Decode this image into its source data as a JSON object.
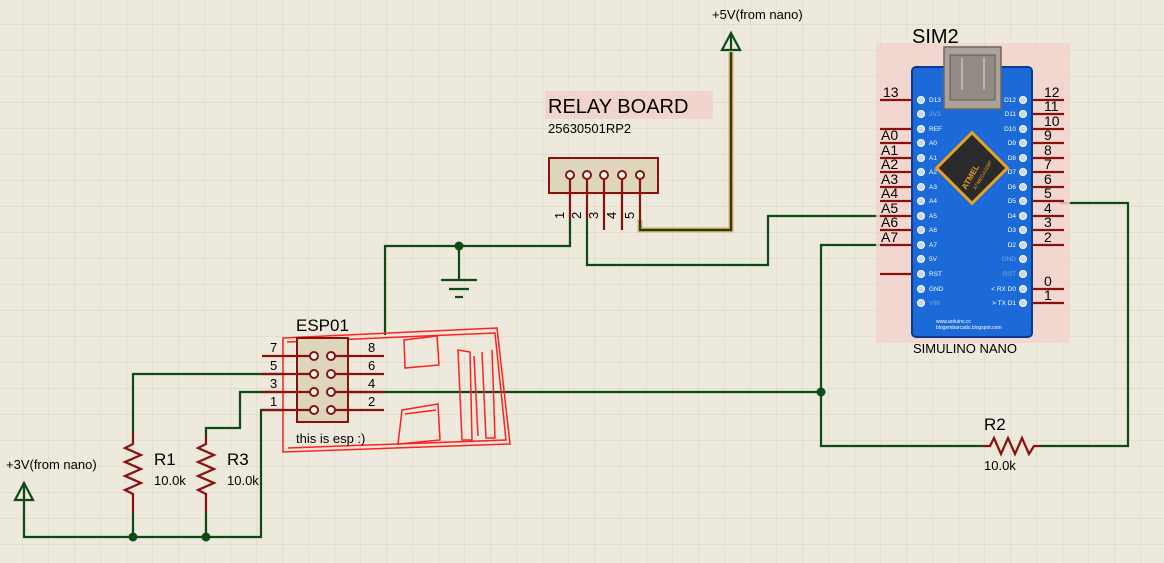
{
  "colors": {
    "background": "#ede9dc",
    "grid": "#d8d3c3",
    "wire": "#0d4a16",
    "pin": "#8a1010",
    "component_fill": "#ddd6bb",
    "board_blue": "#1b6ad8",
    "annotation": "#ff2020",
    "highlight": "#f2d4cf"
  },
  "supply_5v": {
    "label": "+5V(from nano)"
  },
  "supply_3v": {
    "label": "+3V(from nano)"
  },
  "relay": {
    "title": "RELAY BOARD",
    "part": "25630501RP2",
    "pins": [
      "1",
      "2",
      "3",
      "4",
      "5"
    ]
  },
  "esp": {
    "title": "ESP01",
    "caption": "this is esp :)",
    "pins_left": [
      "7",
      "5",
      "3",
      "1"
    ],
    "pins_right": [
      "8",
      "6",
      "4",
      "2"
    ]
  },
  "nano": {
    "title": "SIM2",
    "subtitle": "SIMULINO NANO",
    "left_pin_numbers": [
      "13",
      "A0",
      "A1",
      "A2",
      "A3",
      "A4",
      "A5",
      "A6",
      "A7"
    ],
    "right_pin_numbers": [
      "12",
      "11",
      "10",
      "9",
      "8",
      "7",
      "6",
      "5",
      "4",
      "3",
      "2",
      "0",
      "1"
    ],
    "left_silk": [
      "D13",
      "3V3",
      "REF",
      "A0",
      "A1",
      "A2",
      "A3",
      "A4",
      "A5",
      "A6",
      "A7",
      "5V",
      "RST",
      "GND",
      "VIN"
    ],
    "right_silk": [
      "D12",
      "D11",
      "D10",
      "D9",
      "D8",
      "D7",
      "D6",
      "D5",
      "D4",
      "D3",
      "D2",
      "GND",
      "RST",
      "< RX D0",
      "> TX D1"
    ],
    "chip_brand": "ATMEL",
    "chip_part": "ATMEGA328P",
    "footer1": "www.arduino.cc",
    "footer2": "blogembarcado.blogspot.com"
  },
  "r1": {
    "name": "R1",
    "value": "10.0k"
  },
  "r2": {
    "name": "R2",
    "value": "10.0k"
  },
  "r3": {
    "name": "R3",
    "value": "10.0k"
  }
}
